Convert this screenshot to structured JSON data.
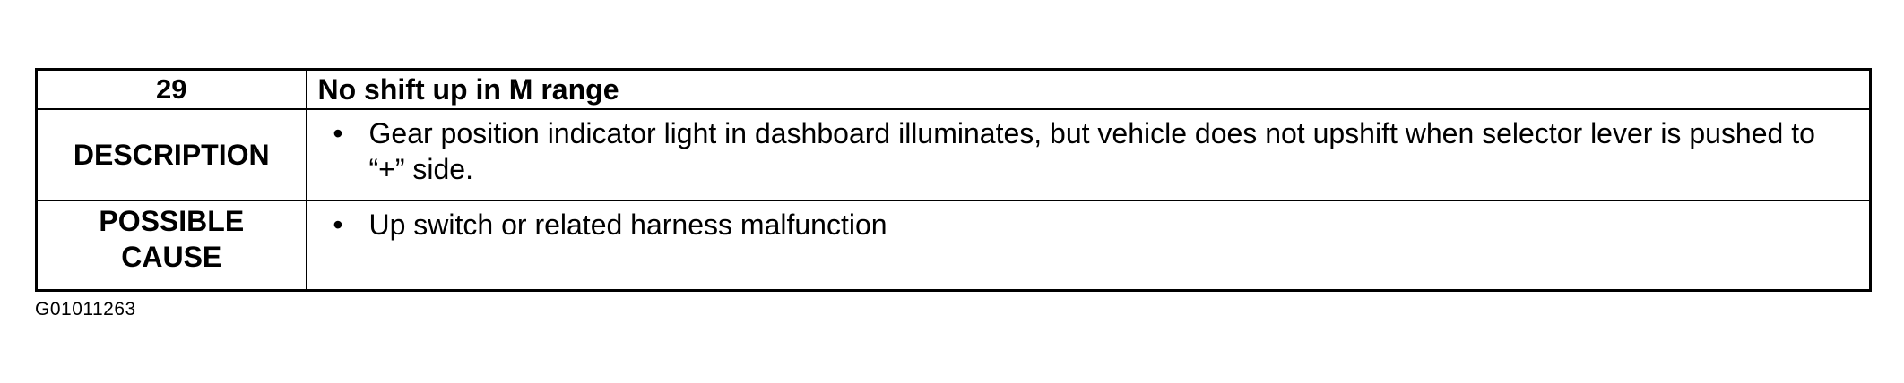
{
  "table": {
    "number": "29",
    "title": "No shift up in M range",
    "description_label": "DESCRIPTION",
    "description_items": [
      "Gear position indicator light in dashboard illuminates, but vehicle does not upshift when selector lever is pushed to “+” side."
    ],
    "possible_cause_label_line1": "POSSIBLE",
    "possible_cause_label_line2": "CAUSE",
    "possible_cause_items": [
      "Up switch or related harness malfunction"
    ],
    "bullet": "•"
  },
  "figure_id": "G01011263"
}
